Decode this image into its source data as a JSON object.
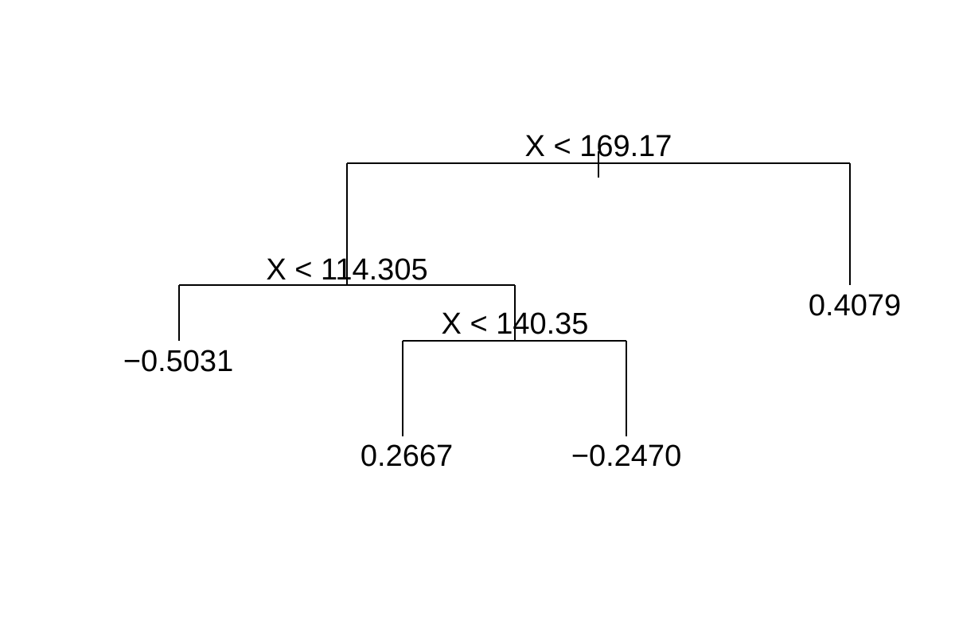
{
  "tree": {
    "root": {
      "split": "X < 169.17",
      "left": {
        "split": "X < 114.305",
        "left": {
          "leaf": "−0.5031"
        },
        "right": {
          "split": "X < 140.35",
          "left": {
            "leaf": "0.2667"
          },
          "right": {
            "leaf": "−0.2470"
          }
        }
      },
      "right": {
        "leaf": "0.4079"
      }
    }
  },
  "colors": {
    "line": "#000000",
    "text": "#000000",
    "background": "#ffffff"
  }
}
